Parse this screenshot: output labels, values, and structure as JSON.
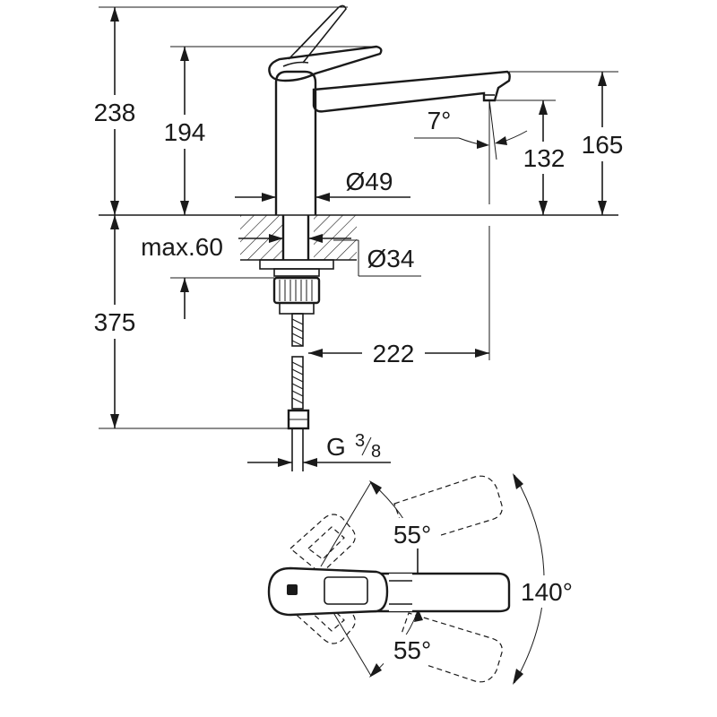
{
  "dimensions": {
    "total_height_above": "238",
    "lever_height": "194",
    "spout_outlet_angle": "7°",
    "outlet_height": "132",
    "spout_height": "165",
    "body_diameter": "Ø49",
    "max_counter_thickness": "max.60",
    "hole_diameter": "Ø34",
    "hose_length": "375",
    "spout_reach": "222",
    "connection_thread": "G",
    "connection_numerator": "3",
    "connection_denominator": "8",
    "swivel_angle_upper": "55°",
    "swivel_angle_lower": "55°",
    "swivel_angle_total": "140°"
  }
}
